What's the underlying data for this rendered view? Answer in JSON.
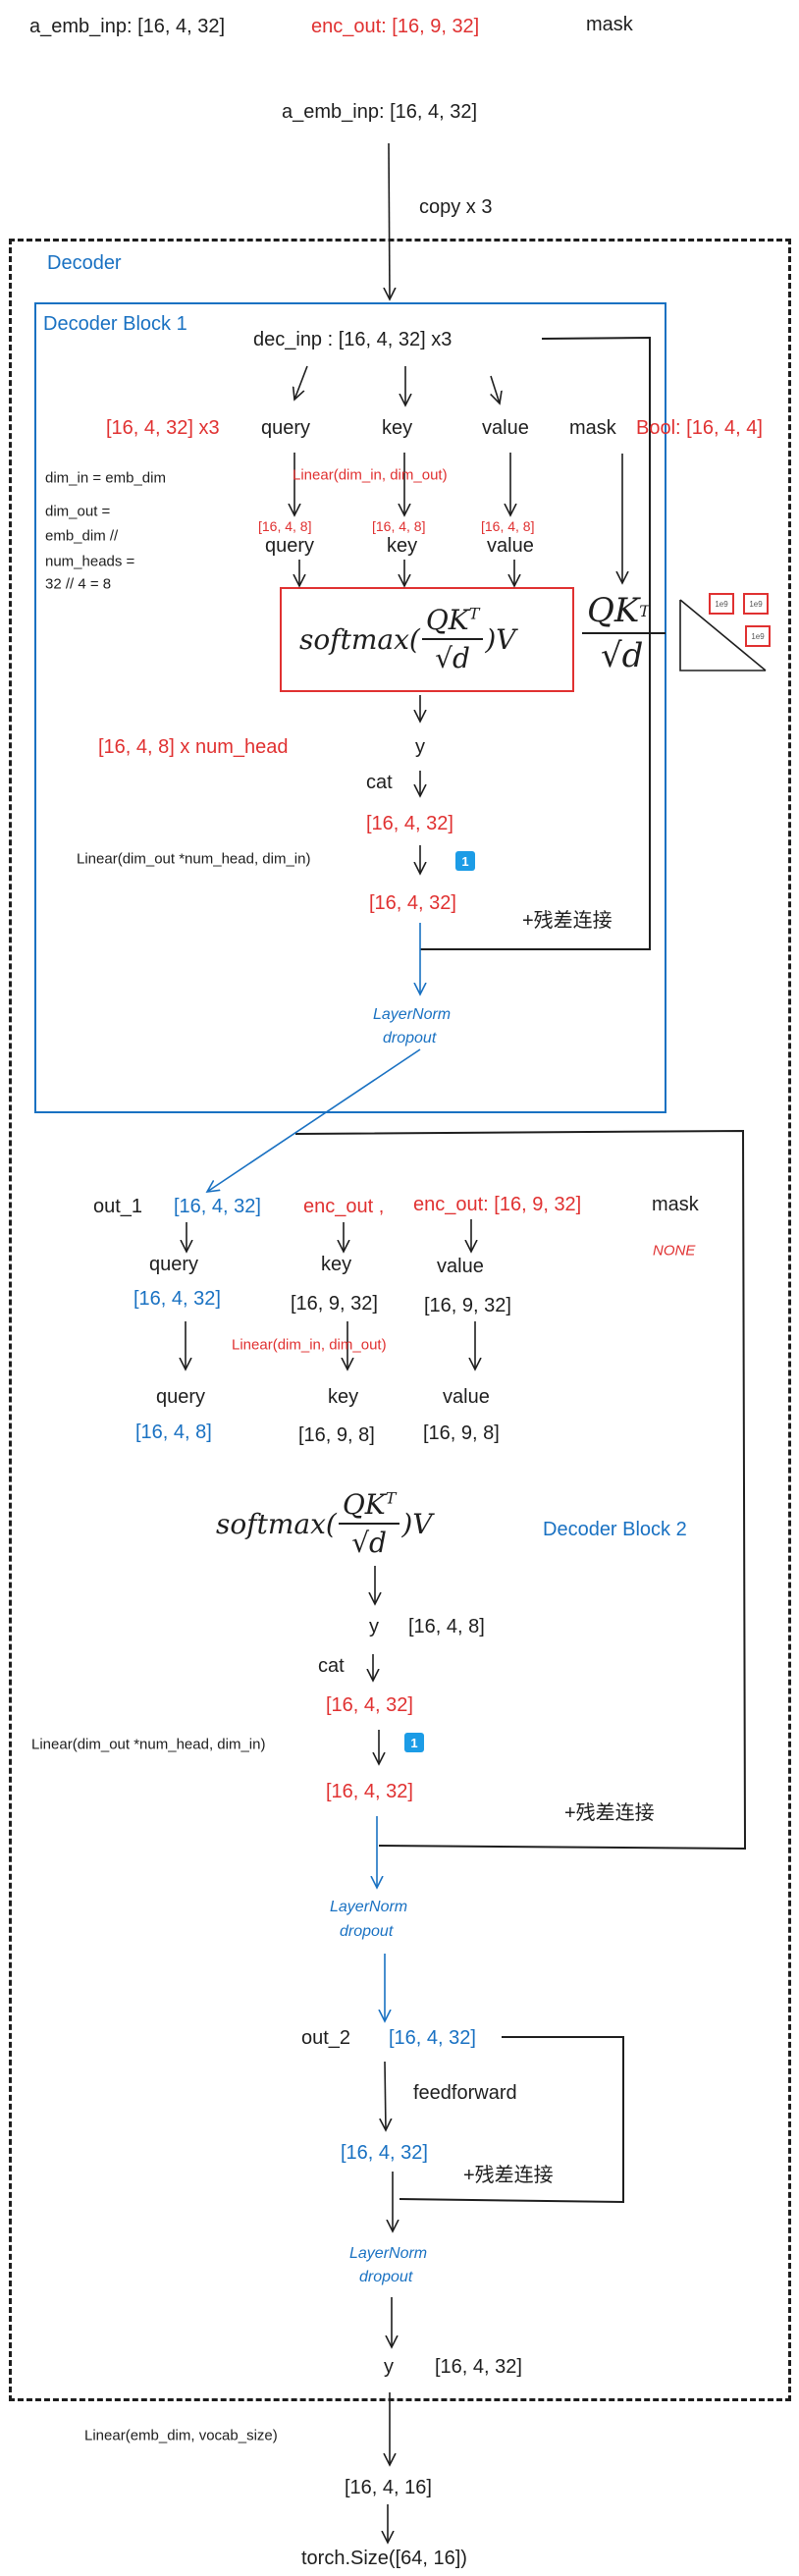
{
  "inputs": {
    "a_emb_inp": "a_emb_inp: [16, 4, 32]",
    "enc_out": "enc_out: [16, 9, 32]",
    "mask": "mask"
  },
  "decoder_input": "a_emb_inp: [16, 4, 32]",
  "copy_label": "copy x 3",
  "decoder": {
    "title": "Decoder",
    "block1": {
      "title": "Decoder Block 1",
      "dec_inp": "dec_inp : [16, 4, 32] x3",
      "shape_x3": "[16, 4, 32] x3",
      "query": "query",
      "key": "key",
      "value": "value",
      "mask": "mask",
      "mask_shape": "Bool: [16, 4, 4]",
      "note_dim_in": "dim_in = emb_dim",
      "note_dim_out": [
        "dim_out =",
        "emb_dim //",
        "num_heads =",
        "32 // 4 = 8"
      ],
      "linear_qkv": "Linear(dim_in, dim_out)",
      "proj_shapes": [
        "[16, 4, 8]",
        "[16, 4, 8]",
        "[16, 4, 8]"
      ],
      "proj_labels": [
        "query",
        "key",
        "value"
      ],
      "mask_cells": [
        "1e9",
        "1e9",
        "1e9"
      ],
      "y": "y",
      "heads_shape": "[16, 4, 8] x num_head",
      "cat": "cat",
      "cat_shape": "[16, 4, 32]",
      "linear_out": "Linear(dim_out *num_head, dim_in)",
      "badge": "1",
      "out_shape": "[16, 4, 32]",
      "residual": "+残差连接",
      "layernorm": "LayerNorm",
      "dropout": "dropout"
    },
    "block2": {
      "title": "Decoder Block 2",
      "out_1": "out_1",
      "out_1_shape": "[16, 4, 32]",
      "enc_out_key": "enc_out ,",
      "enc_out_value": "enc_out: [16, 9, 32]",
      "mask": "mask",
      "mask_value": "NONE",
      "query": "query",
      "key": "key",
      "value": "value",
      "in_shapes": [
        "[16, 4, 32]",
        "[16, 9, 32]",
        "[16, 9, 32]"
      ],
      "linear_qkv": "Linear(dim_in, dim_out)",
      "proj_labels": [
        "query",
        "key",
        "value"
      ],
      "proj_shapes": [
        "[16, 4, 8]",
        "[16, 9, 8]",
        "[16, 9, 8]"
      ],
      "y": "y",
      "y_shape": "[16, 4, 8]",
      "cat": "cat",
      "cat_shape": "[16, 4, 32]",
      "linear_out": "Linear(dim_out *num_head, dim_in)",
      "badge": "1",
      "out_shape": "[16, 4, 32]",
      "residual": "+残差连接",
      "layernorm": "LayerNorm",
      "dropout": "dropout"
    },
    "ffn": {
      "out_2": "out_2",
      "out_2_shape": "[16, 4, 32]",
      "feedforward": "feedforward",
      "ff_shape": "[16, 4, 32]",
      "residual": "+残差连接",
      "layernorm": "LayerNorm",
      "dropout": "dropout",
      "y": "y",
      "y_shape": "[16, 4, 32]"
    }
  },
  "formula": {
    "func": "softmax(",
    "num": "QK",
    "sup": "T",
    "sqrt": "√",
    "den": "d",
    "tail": ")V"
  },
  "head": {
    "linear": "Linear(emb_dim, vocab_size)",
    "logits_shape": "[16, 4, 16]",
    "final": "torch.Size([64, 16])"
  },
  "colors": {
    "red": "#e03131",
    "blue": "#1971c2",
    "ink": "#1e1e1e"
  }
}
